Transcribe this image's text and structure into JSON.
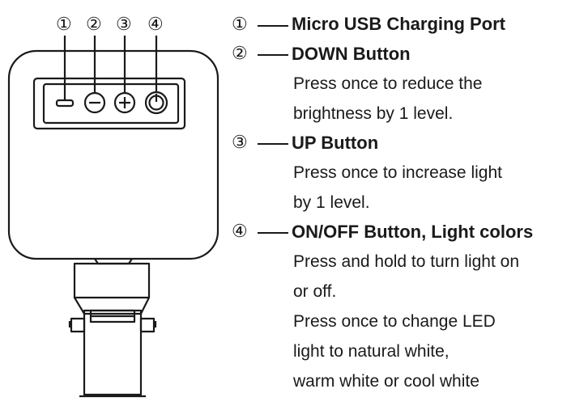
{
  "device_labels": [
    "①",
    "②",
    "③",
    "④"
  ],
  "legend": [
    {
      "marker": "①",
      "title": "Micro USB Charging Port",
      "description": []
    },
    {
      "marker": "②",
      "title": "DOWN Button",
      "description": [
        "Press once to reduce the",
        "brightness by 1 level."
      ]
    },
    {
      "marker": "③",
      "title": "UP Button",
      "description": [
        "Press once to increase light",
        "by 1 level."
      ]
    },
    {
      "marker": "④",
      "title": "ON/OFF Button, Light colors",
      "description": [
        "Press and hold to turn light on",
        "or off.",
        "Press once to change LED",
        "light to natural white,",
        "warm white or cool white"
      ]
    }
  ]
}
